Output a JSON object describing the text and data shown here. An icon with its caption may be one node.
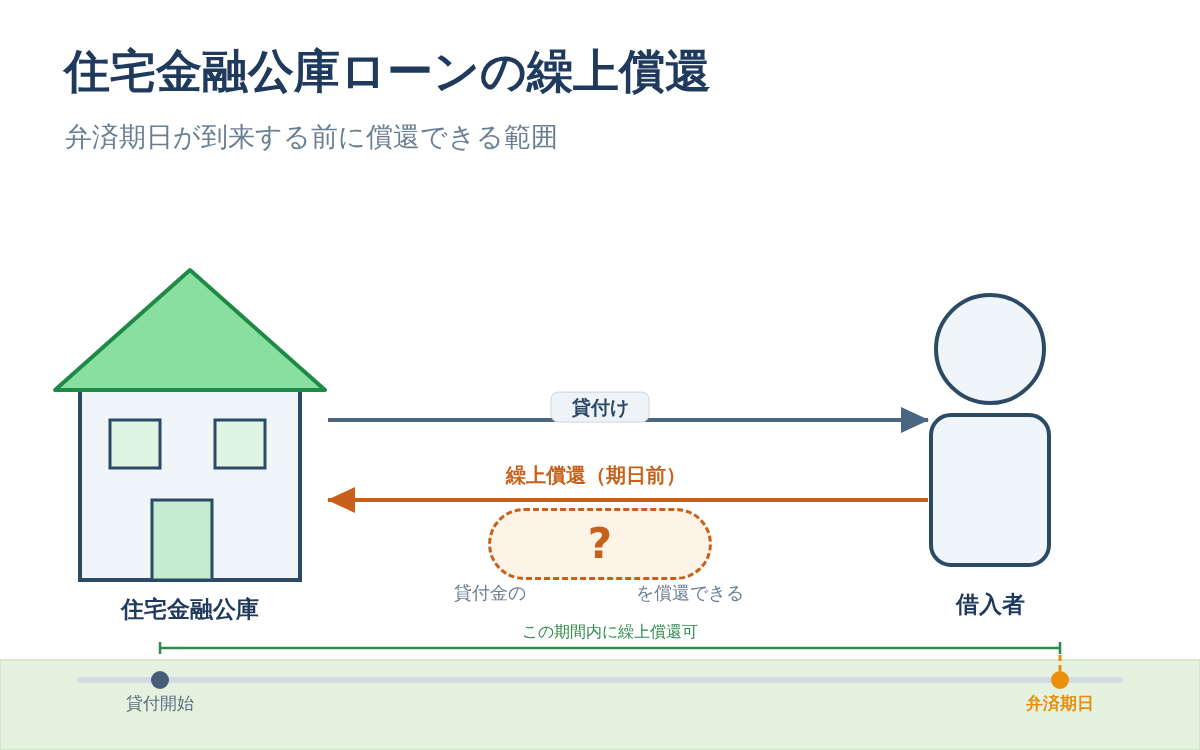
{
  "diagram": {
    "title": "住宅金融公庫ローンの繰上償還",
    "nodes": [
      {
        "text": [
          "住宅金融公庫"
        ]
      },
      {
        "text": [
          "借入者"
        ]
      },
      {
        "text": [
          "?"
        ],
        "beside": [
          "貸付金の",
          "を償還できる"
        ]
      }
    ],
    "edges": [
      {
        "from": 0,
        "to": 1,
        "arrow": "to",
        "label": "貸付け"
      },
      {
        "from": 1,
        "to": 0,
        "arrow": "to",
        "label": "繰上償還（期日前）",
        "color": "#c8601a"
      }
    ],
    "labels": [
      "弁済期日が到来する前に償還できる範囲",
      "この期間内に繰上償還可",
      "貸付開始",
      "弁済期日"
    ]
  }
}
